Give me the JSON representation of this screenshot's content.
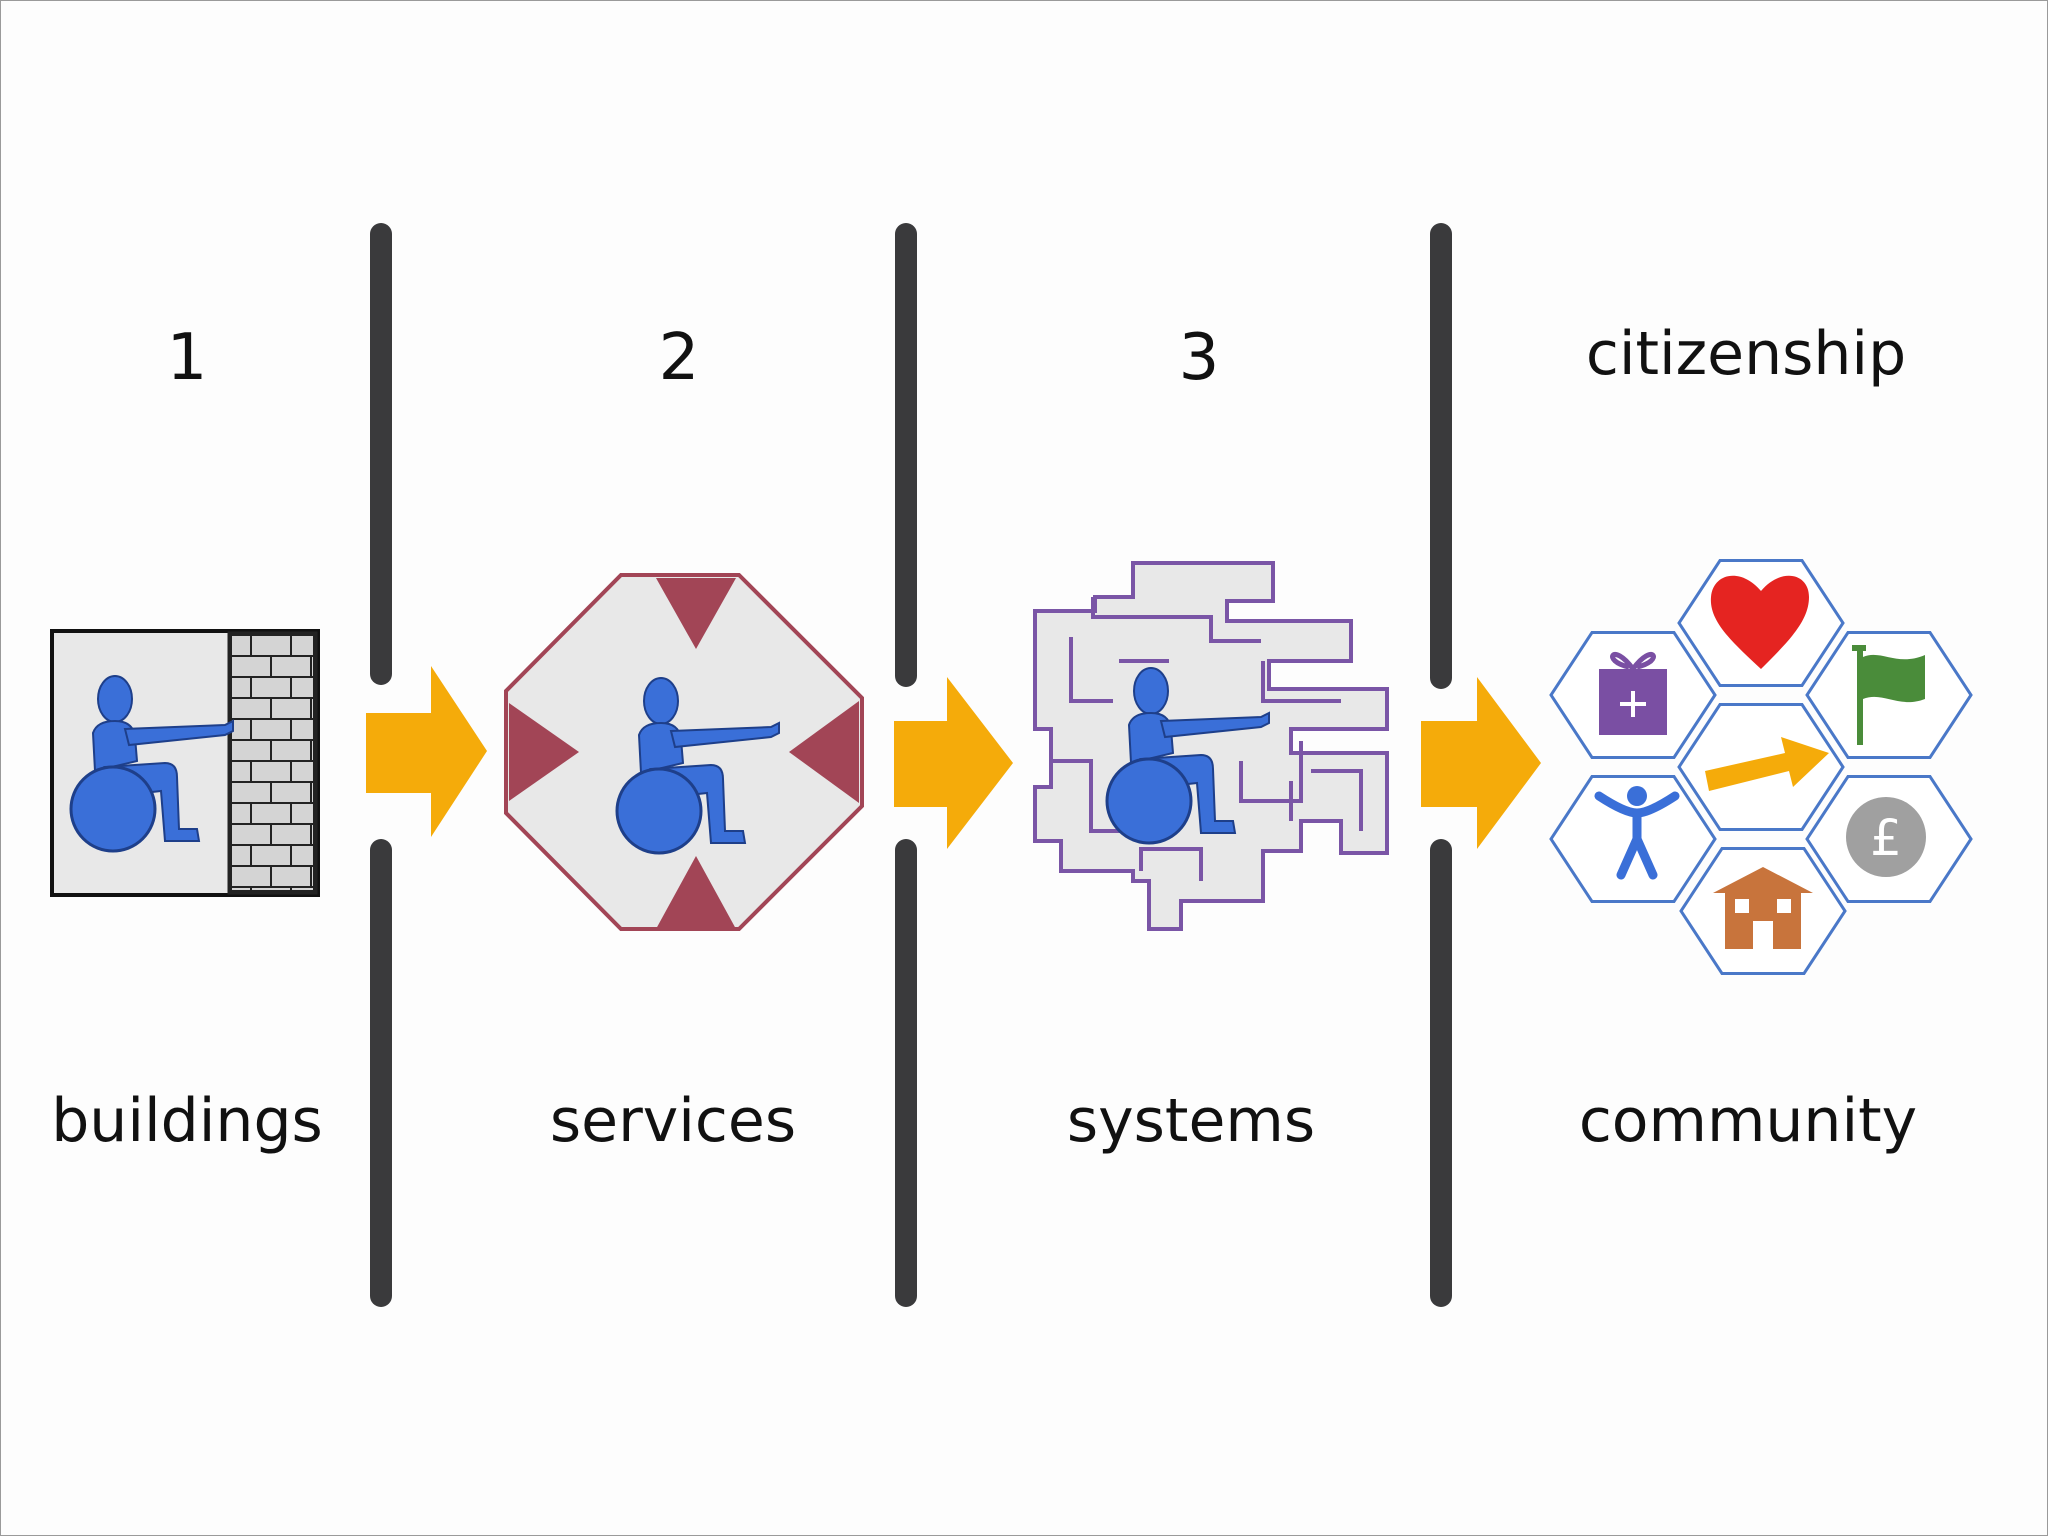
{
  "stages": [
    {
      "label": "1",
      "caption": "buildings"
    },
    {
      "label": "2",
      "caption": "services"
    },
    {
      "label": "3",
      "caption": "systems"
    },
    {
      "label": "citizenship",
      "caption": "community"
    }
  ],
  "community_icons": [
    "gift-icon",
    "heart-icon",
    "flag-icon",
    "person-icon",
    "arrow-icon",
    "pound-coin-icon",
    "house-icon"
  ],
  "colors": {
    "person": "#3a6fd8",
    "arrow": "#f5ab0a",
    "divider": "#3a3a3c",
    "octagon": "#a24556",
    "maze": "#7a55a6",
    "hex_border": "#4a78c8",
    "heart": "#e52421",
    "flag": "#4a8c3a",
    "gift": "#7a4fa3",
    "house": "#c8743c",
    "coin": "#a0a0a0"
  }
}
